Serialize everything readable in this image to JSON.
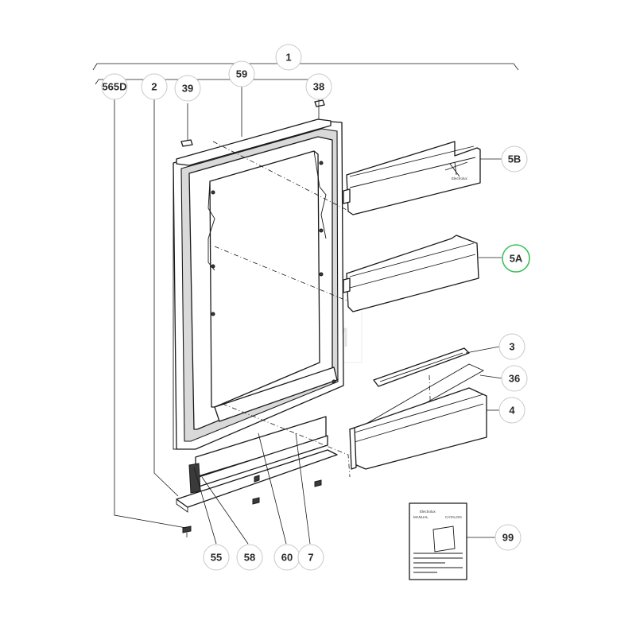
{
  "diagram": {
    "parts": [
      {
        "id": "1",
        "label": "1"
      },
      {
        "id": "565D",
        "label": "565D"
      },
      {
        "id": "2",
        "label": "2"
      },
      {
        "id": "39",
        "label": "39"
      },
      {
        "id": "59",
        "label": "59"
      },
      {
        "id": "38",
        "label": "38"
      },
      {
        "id": "5B",
        "label": "5B"
      },
      {
        "id": "5A",
        "label": "5A",
        "highlighted": true
      },
      {
        "id": "3",
        "label": "3"
      },
      {
        "id": "36",
        "label": "36"
      },
      {
        "id": "4",
        "label": "4"
      },
      {
        "id": "99",
        "label": "99"
      },
      {
        "id": "55",
        "label": "55"
      },
      {
        "id": "58",
        "label": "58"
      },
      {
        "id": "60",
        "label": "60"
      },
      {
        "id": "7",
        "label": "7"
      }
    ],
    "watermark": {
      "letters": [
        "Z",
        "A",
        "A",
        "M"
      ]
    },
    "manual": {
      "brand": "Electrolux",
      "line1": "MANUAL",
      "line2": "CATALOG"
    },
    "colors": {
      "highlight": "#3cc15a",
      "line": "#1a1a1a",
      "circle": "#c9c9c9"
    }
  }
}
